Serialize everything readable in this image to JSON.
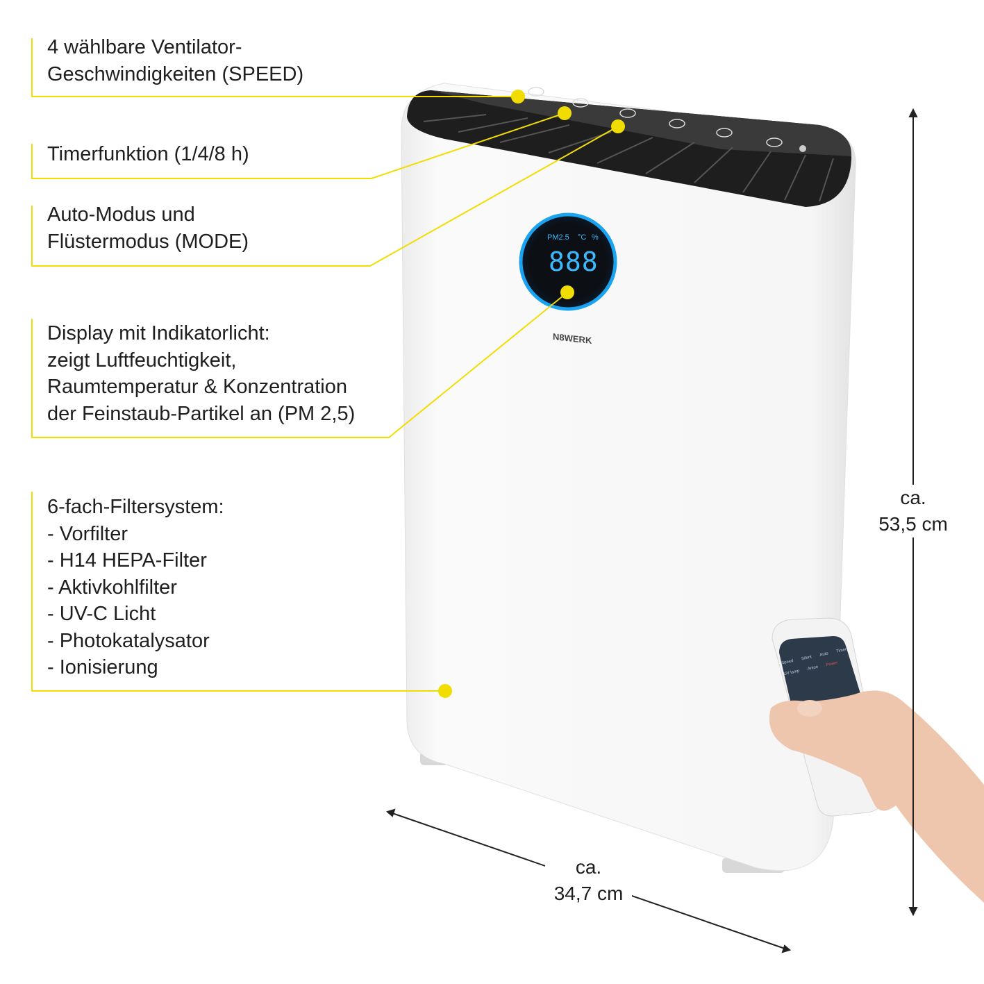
{
  "annotations": [
    {
      "lines": [
        "4 wählbare Ventilator-",
        "Geschwindigkeiten (SPEED)"
      ]
    },
    {
      "lines": [
        "Timerfunktion (1/4/8 h)"
      ]
    },
    {
      "lines": [
        "Auto-Modus und",
        "Flüstermodus (MODE)"
      ]
    },
    {
      "lines": [
        "Display mit Indikatorlicht:",
        "zeigt Luftfeuchtigkeit,",
        "Raumtemperatur & Konzentration",
        "der Feinstaub-Partikel an (PM 2,5)"
      ]
    },
    {
      "lines": [
        "6-fach-Filtersystem:",
        "- Vorfilter",
        "- H14 HEPA-Filter",
        "- Aktivkohlfilter",
        "- UV-C Licht",
        "- Photokatalysator",
        "- Ionisierung"
      ]
    }
  ],
  "dimensions": {
    "height": {
      "line1": "ca.",
      "line2": "53,5 cm"
    },
    "width": {
      "line1": "ca.",
      "line2": "34,7 cm"
    }
  },
  "device": {
    "brand": "N8WERK",
    "display": {
      "pm_label": "PM2.5",
      "temp_unit": "°C",
      "humidity_unit": "%",
      "digits": "888"
    },
    "remote_buttons": [
      "Speed",
      "Silent",
      "Auto",
      "Timer",
      "UV lamp",
      "Anion",
      "Power"
    ]
  },
  "colors": {
    "accent": "#f2dd00",
    "display_ring": "#1aa3f0",
    "display_digits": "#3cb8ff",
    "panel": "#2a2a2a"
  }
}
